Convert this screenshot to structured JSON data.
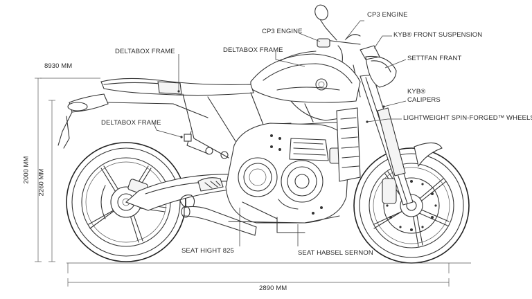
{
  "labels": {
    "cp3_engine_top": "CP3 ENGINE",
    "cp3_engine_mid": "CP3 ENGINE",
    "front_suspension": "KYB® FRONT SUSPENSION",
    "settfan_front": "SETTFAN FRANT",
    "kyb_calipers_line1": "KYB®",
    "kyb_calipers_line2": "CALIPERS",
    "wheels": "LIGHTWEIGHT SPIN-FORGED™ WHEELS",
    "deltabox_frame_left": "DELTABOX FRAME",
    "deltabox_frame_mid": "DELTABOX FRAME",
    "deltabox_frame_lower": "DELTABOX FRAME",
    "seat_height": "SEAT HIGHT 825",
    "seat_harsel": "SEAT HABSEL SERNON"
  },
  "dimensions": {
    "top_length": "8930 MM",
    "height_outer": "2000 MM",
    "height_inner": "2260 MM",
    "overall_length": "2890 MM"
  },
  "colors": {
    "ink": "#333333",
    "background": "#ffffff"
  }
}
